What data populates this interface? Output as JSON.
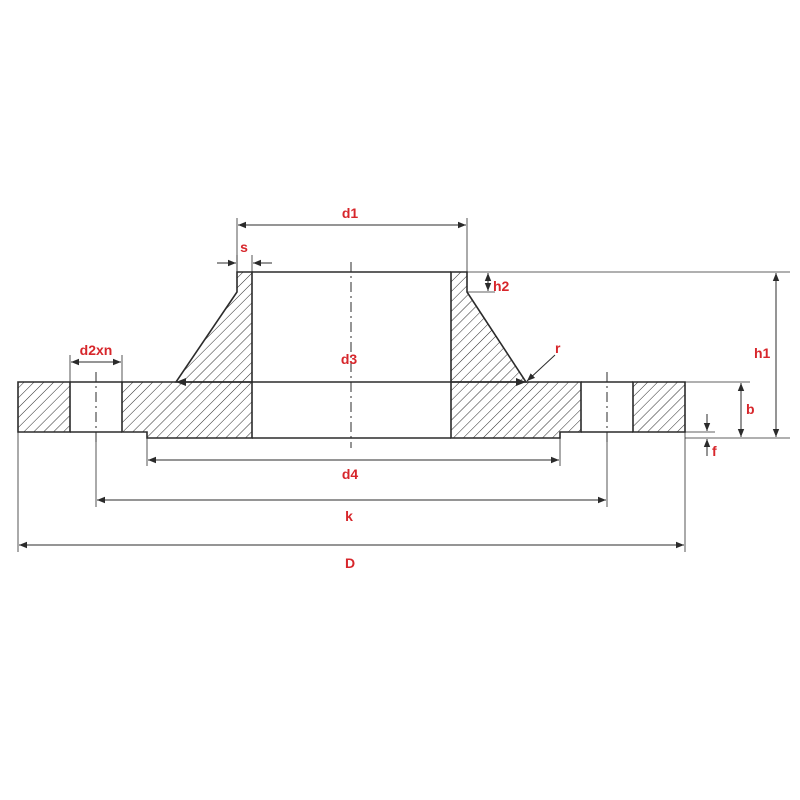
{
  "diagram": {
    "labels": {
      "d1": "d1",
      "s": "s",
      "h2": "h2",
      "h1": "h1",
      "d2xn": "d2xn",
      "d3": "d3",
      "r": "r",
      "b": "b",
      "f": "f",
      "d4": "d4",
      "k": "k",
      "D": "D"
    },
    "colors": {
      "label": "#d7262b",
      "line": "#2b2b2b",
      "background": "#ffffff"
    }
  }
}
